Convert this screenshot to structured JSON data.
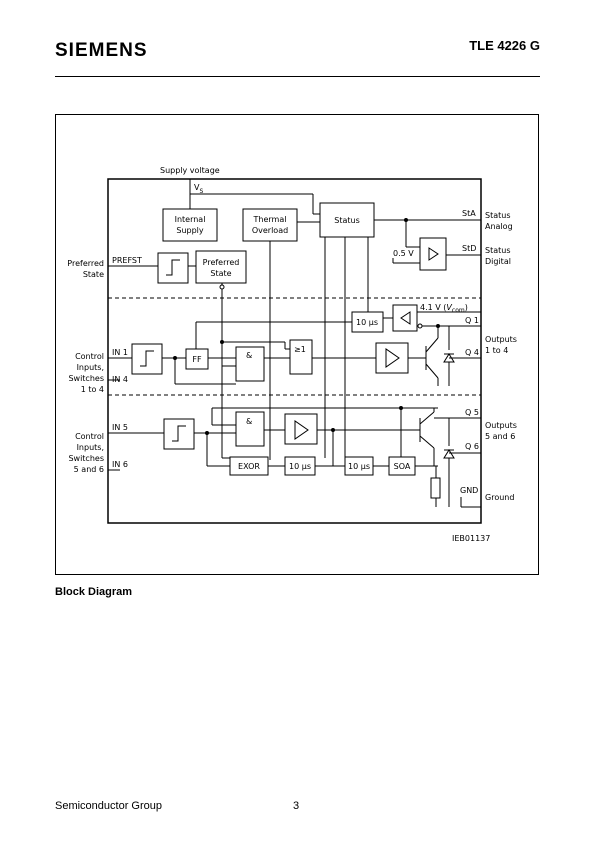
{
  "header": {
    "brand": "SIEMENS",
    "part_number": "TLE 4226 G"
  },
  "diagram": {
    "supply_voltage": "Supply voltage",
    "vs": "V",
    "vs_sub": "S",
    "internal_supply": [
      "Internal",
      "Supply"
    ],
    "thermal_overload": [
      "Thermal",
      "Overload"
    ],
    "status": "Status",
    "sta": "StA",
    "status_analog": [
      "Status",
      "Analog"
    ],
    "std": "StD",
    "status_digital": [
      "Status",
      "Digital"
    ],
    "v05": "0.5 V",
    "preferred_state_label": [
      "Preferred",
      "State"
    ],
    "prefst": "PREFST",
    "preferred_state_block": [
      "Preferred",
      "State"
    ],
    "v41": "4.1 V (",
    "v41_vname": "V",
    "v41_sub": "com",
    "v41_close": ")",
    "q1": "Q 1",
    "q4": "Q 4",
    "outputs_1_4": [
      "Outputs",
      "1 to 4"
    ],
    "in1": "IN 1",
    "in4": "IN 4",
    "control_1_4": [
      "Control",
      "Inputs,",
      "Switches",
      "1 to 4"
    ],
    "ff": "FF",
    "and_sym": "&",
    "or_sym": "≥1",
    "t10us": "10 µs",
    "in5": "IN 5",
    "in6": "IN 6",
    "control_5_6": [
      "Control",
      "Inputs,",
      "Switches",
      "5 and 6"
    ],
    "exor": "EXOR",
    "soa": "SOA",
    "q5": "Q 5",
    "q6": "Q 6",
    "outputs_5_6": [
      "Outputs",
      "5 and 6"
    ],
    "gnd": "GND",
    "ground": "Ground",
    "ref": "IEB01137"
  },
  "caption": "Block Diagram",
  "footer": {
    "left": "Semiconductor Group",
    "page": "3"
  }
}
